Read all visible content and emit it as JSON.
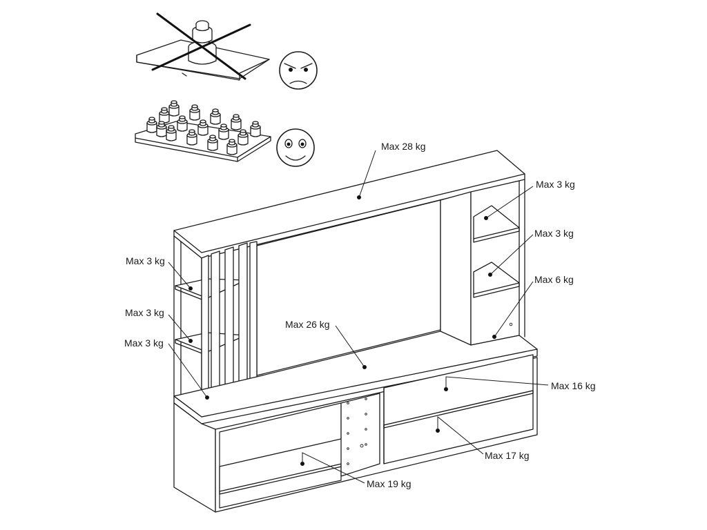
{
  "icons": {
    "prohibited": "single-heavy-weight-crossed-icon",
    "angry": "angry-face-icon",
    "allowed": "distributed-weights-icon",
    "happy": "smiling-face-icon"
  },
  "labels": {
    "top_shelf": "Max 28 kg",
    "right_shelf_1": "Max 3 kg",
    "right_shelf_2": "Max 3 kg",
    "right_shelf_3": "Max 6 kg",
    "left_shelf_1": "Max 3 kg",
    "left_shelf_2": "Max 3 kg",
    "left_shelf_3": "Max 3 kg",
    "center_deck": "Max 26 kg",
    "right_upper_compartment": "Max 16 kg",
    "right_lower_compartment": "Max 17 kg",
    "left_lower_compartment": "Max 19 kg"
  }
}
